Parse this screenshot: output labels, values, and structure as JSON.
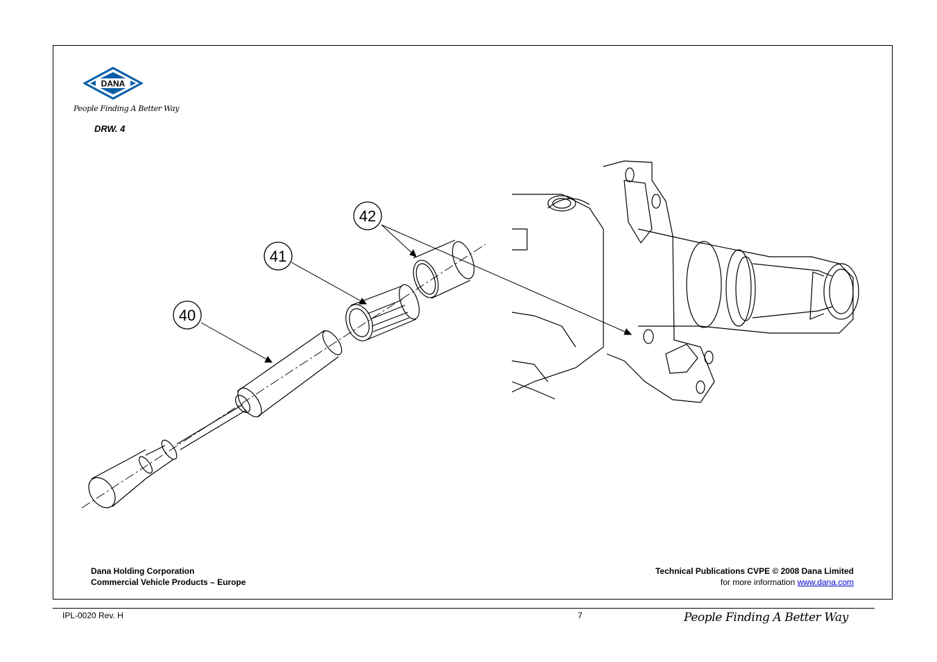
{
  "brand": {
    "logo_text": "DANA",
    "slogan": "People Finding A Better Way",
    "accent_color": "#0a5ea8"
  },
  "drawing": {
    "label": "DRW. 4",
    "callouts": [
      "40",
      "41",
      "42"
    ]
  },
  "footer_left": {
    "line1": "Dana Holding Corporation",
    "line2": "Commercial Vehicle Products – Europe"
  },
  "footer_right": {
    "line1": "Technical Publications CVPE © 2008 Dana Limited",
    "info_prefix": "for more information ",
    "link_text": "www.dana.com"
  },
  "page": {
    "doc_id": "IPL-0020 Rev. H",
    "number": "7",
    "slogan": "People Finding A Better Way"
  }
}
